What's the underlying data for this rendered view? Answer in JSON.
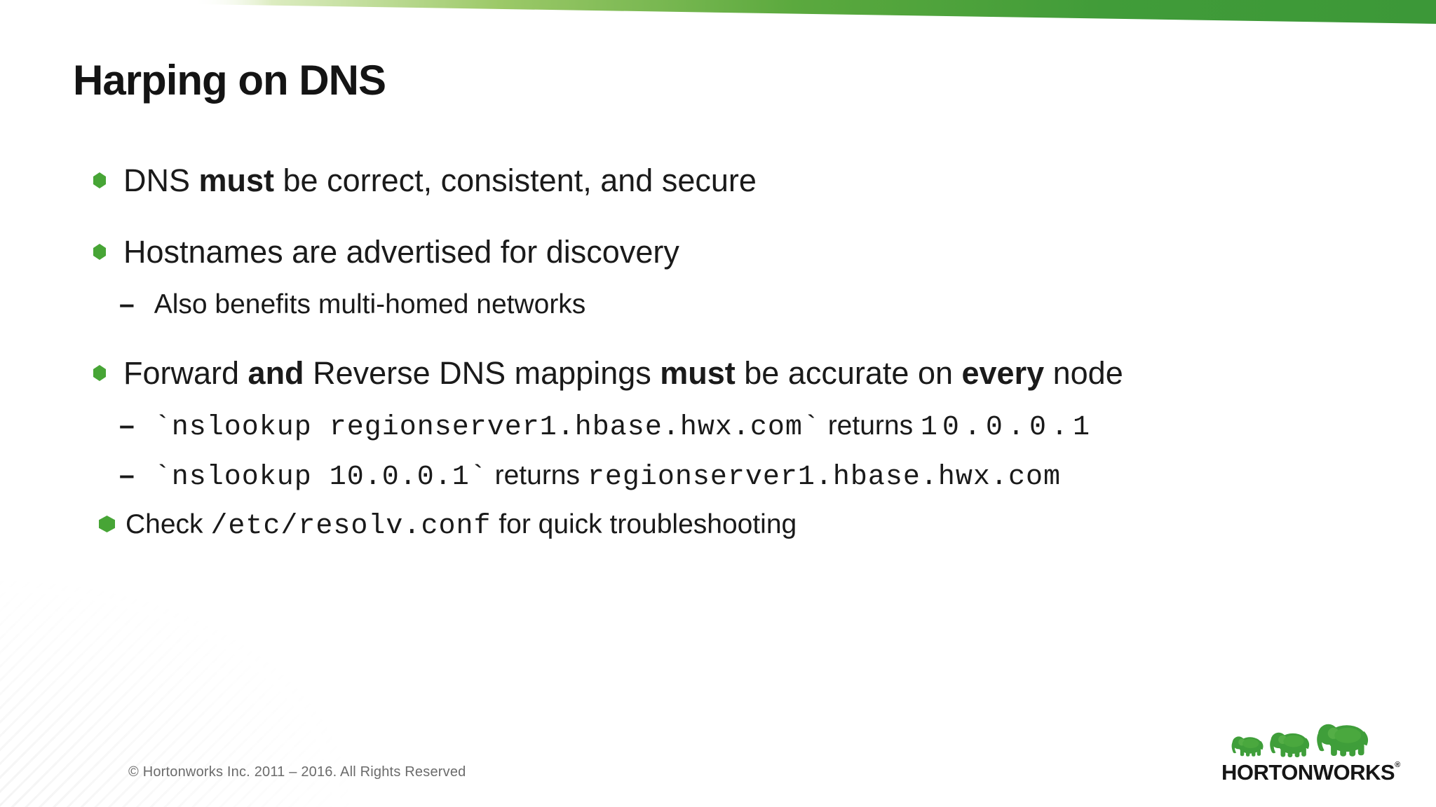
{
  "slide": {
    "title": "Harping on DNS",
    "footer": "© Hortonworks Inc. 2011 – 2016. All Rights Reserved",
    "dash": "–",
    "logo": {
      "text": "HORTONWORKS",
      "reg": "®"
    },
    "colors": {
      "bullet_green": "#47a536",
      "stripe_green_dark": "#3c9838",
      "stripe_green_mid": "#8dc057",
      "stripe_green_light": "#d6e9b4",
      "logo_green": "#3f9e3a",
      "text_black": "#1a1a1a",
      "footer_gray": "#6b6b6b"
    }
  },
  "content": {
    "b1": {
      "pre": "DNS ",
      "bold": "must",
      "post": " be correct, consistent, and secure"
    },
    "b2": {
      "text": "Hostnames are advertised for discovery"
    },
    "s1": {
      "text": "Also benefits multi-homed networks"
    },
    "b3": {
      "seg0": "Forward ",
      "seg1": "and",
      "seg2": " Reverse DNS mappings ",
      "seg3": "must",
      "seg4": " be accurate on ",
      "seg5": "every",
      "seg6": " node"
    },
    "s2": {
      "code1": "`nslookup regionserver1.hbase.hwx.com`",
      "mid": " returns ",
      "code2": "10.0.0.1"
    },
    "s3": {
      "code1": "`nslookup 10.0.0.1`",
      "mid": " returns ",
      "code2": "regionserver1.hbase.hwx.com"
    },
    "check": {
      "pre": "Check ",
      "code": "/etc/resolv.conf",
      "post": " for quick troubleshooting"
    }
  }
}
